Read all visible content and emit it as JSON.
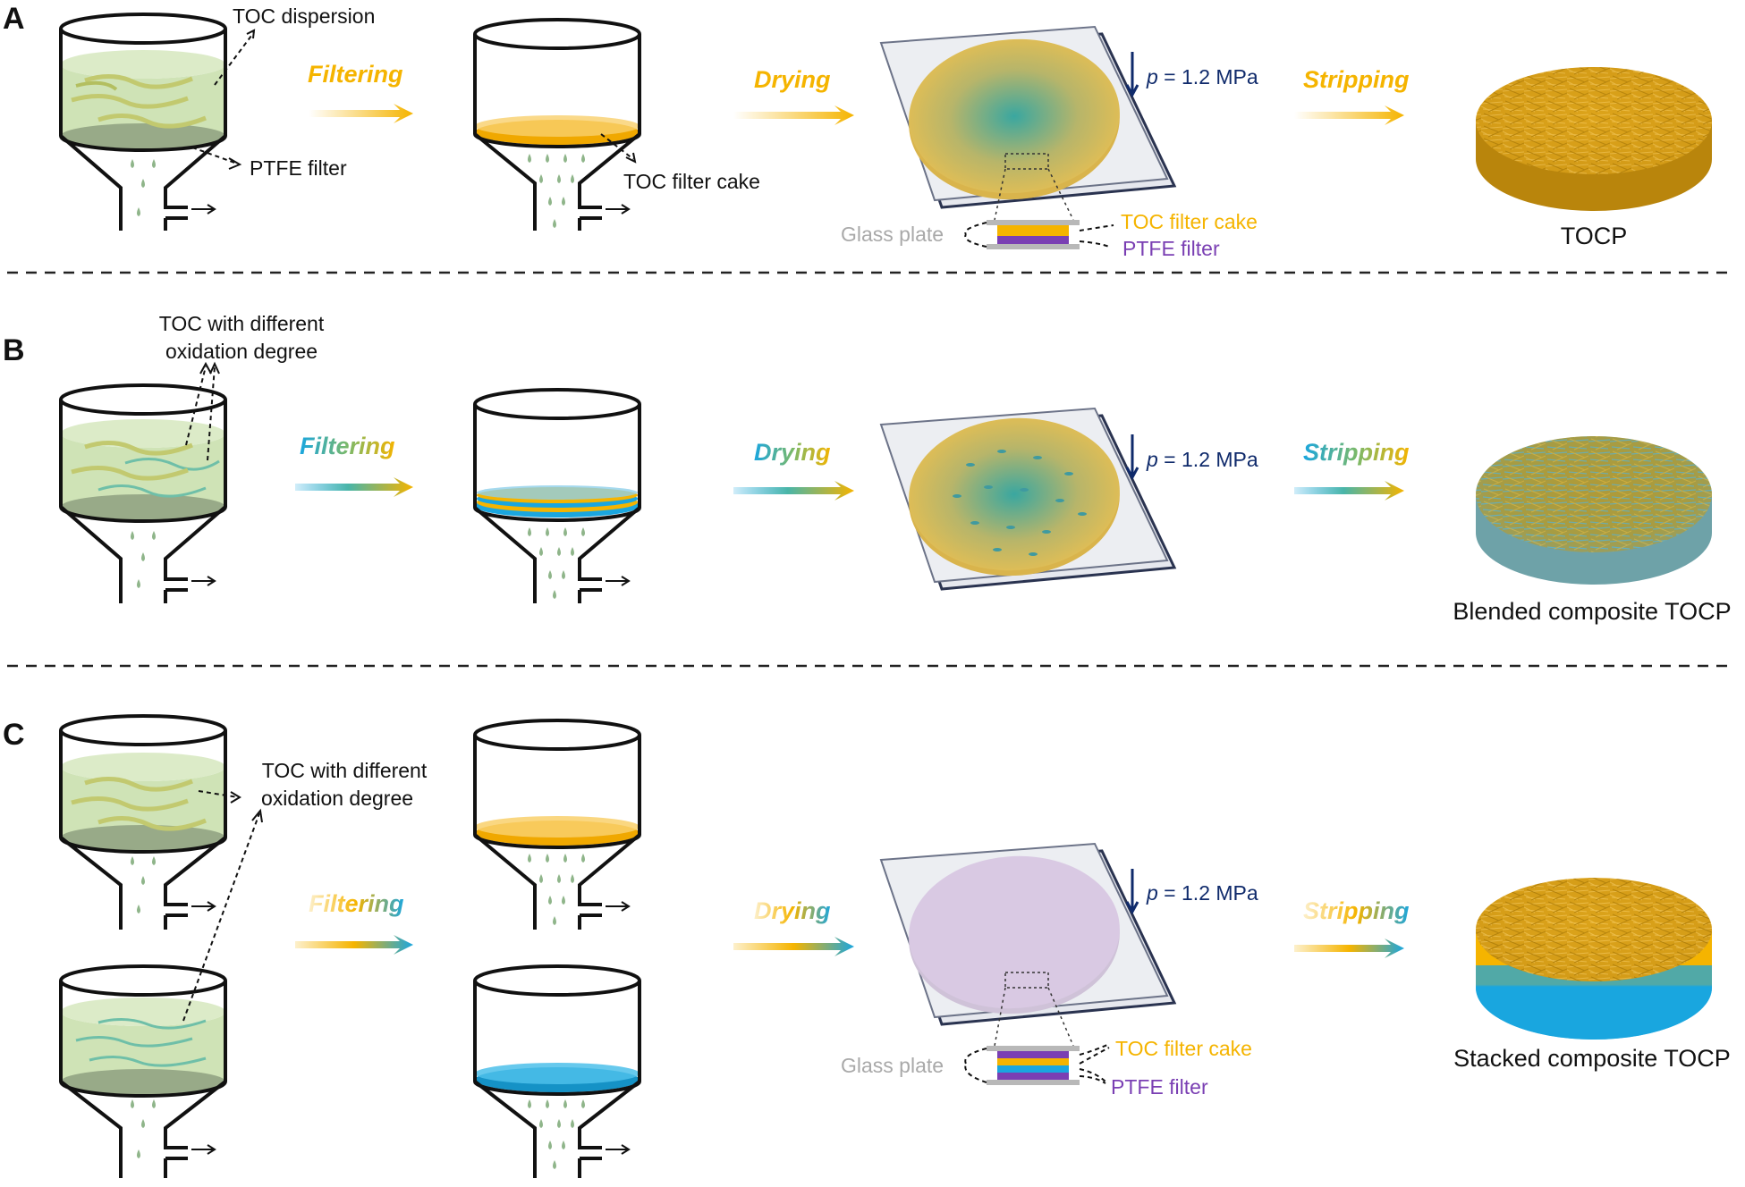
{
  "colors": {
    "yellow": "#f5b400",
    "blue": "#1aa6df",
    "purple": "#7a3fb3",
    "green_liquid": "#cfe3b6",
    "navy": "#0f2a6b",
    "gray": "#a9a9a9"
  },
  "panel_a": {
    "letter": "A",
    "toc_dispersion": "TOC dispersion",
    "ptfe_filter": "PTFE filter",
    "toc_filter_cake": "TOC filter cake",
    "step_filtering": "Filtering",
    "step_drying": "Drying",
    "step_stripping": "Stripping",
    "pressure_p": "p",
    "pressure_value": " = 1.2 MPa",
    "inset_glass": "Glass plate",
    "inset_cake": "TOC filter cake",
    "inset_ptfe": "PTFE filter",
    "product": "TOCP"
  },
  "panel_b": {
    "letter": "B",
    "toc_diff_line1": "TOC with different",
    "toc_diff_line2": "oxidation degree",
    "step_filtering": "Filtering",
    "step_drying": "Drying",
    "step_stripping": "Stripping",
    "pressure_p": "p",
    "pressure_value": " = 1.2 MPa",
    "product": "Blended composite TOCP"
  },
  "panel_c": {
    "letter": "C",
    "toc_diff_line1": "TOC with different",
    "toc_diff_line2": "oxidation degree",
    "step_filtering": "Filtering",
    "step_drying": "Drying",
    "step_stripping": "Stripping",
    "pressure_p": "p",
    "pressure_value": " = 1.2 MPa",
    "inset_glass": "Glass plate",
    "inset_cake": "TOC filter cake",
    "inset_ptfe": "PTFE filter",
    "product": "Stacked composite TOCP"
  }
}
